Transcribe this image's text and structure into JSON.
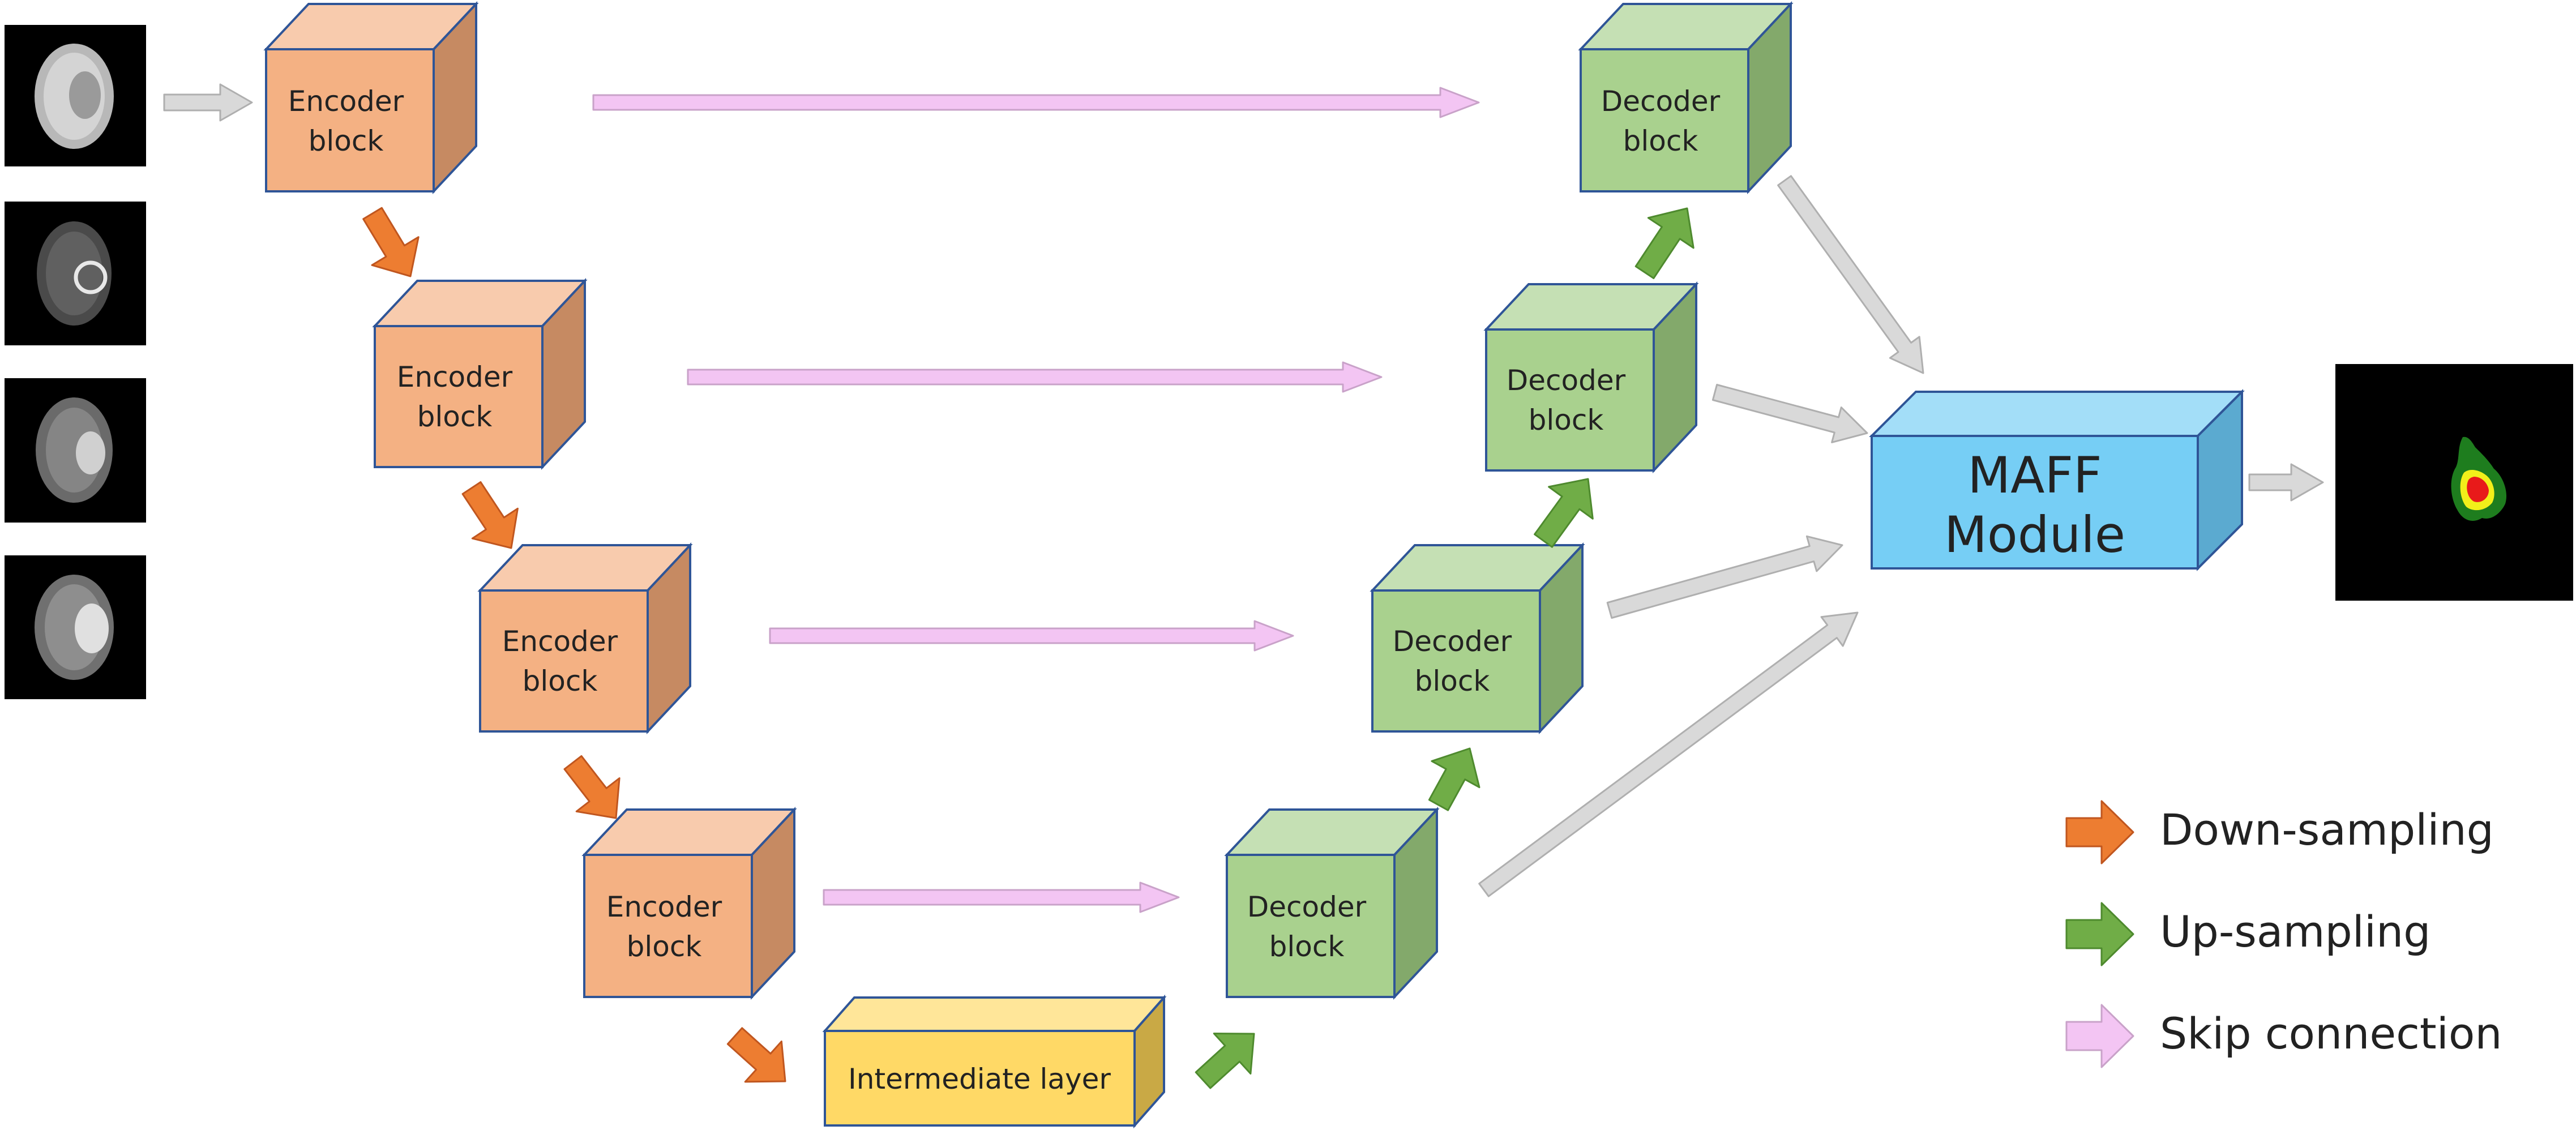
{
  "diagram": {
    "encoder_label_line1": "Encoder",
    "encoder_label_line2": "block",
    "decoder_label_line1": "Decoder",
    "decoder_label_line2": "block",
    "intermediate_label": "Intermediate layer",
    "maff_line1": "MAFF",
    "maff_line2": "Module"
  },
  "legend": {
    "down": "Down-sampling",
    "up": "Up-sampling",
    "skip": "Skip connection"
  },
  "colors": {
    "encoder_front": "#F4B183",
    "encoder_top": "#F8CBAD",
    "encoder_side": "#C68A62",
    "decoder_front": "#A9D18E",
    "decoder_top": "#C5E0B4",
    "decoder_side": "#83A96B",
    "intermediate_front": "#FFD966",
    "intermediate_top": "#FFE699",
    "intermediate_side": "#C9A945",
    "maff_front": "#76CEF5",
    "maff_top": "#A3DEF8",
    "maff_side": "#5BAAD0",
    "edge": "#2F5597",
    "down_arrow": "#ED7D31",
    "up_arrow": "#70AD47",
    "skip_arrow": "#F3C5F3",
    "flow_arrow": "#D9D9D9"
  }
}
